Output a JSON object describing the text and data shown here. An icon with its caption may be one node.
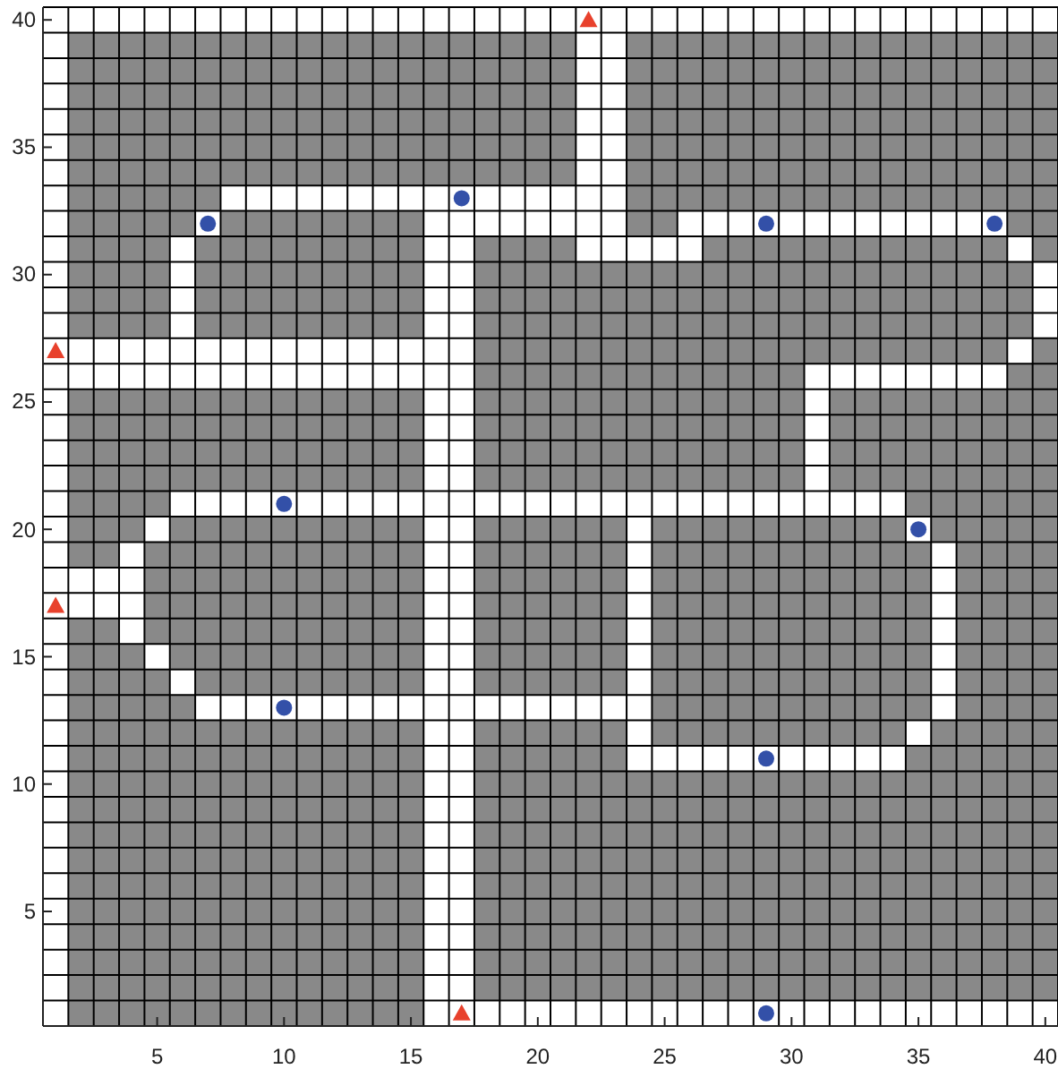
{
  "diagram": {
    "chart_data": {
      "type": "scatter",
      "series": [
        {
          "color": "#e8412c",
          "x": [
            22,
            1,
            1,
            17
          ],
          "values": [
            40,
            27,
            17,
            1
          ]
        },
        {
          "color": "#3350a8",
          "x": [
            7,
            17,
            29,
            38,
            10,
            35,
            10,
            29,
            29
          ],
          "values": [
            32,
            33,
            32,
            32,
            21,
            20,
            13,
            11,
            1
          ]
        }
      ],
      "xlim": [
        0.5,
        40.5
      ],
      "ylim": [
        0.5,
        40.5
      ],
      "xticks": [
        5,
        10,
        15,
        20,
        25,
        30,
        35,
        40
      ],
      "yticks": [
        5,
        10,
        15,
        20,
        25,
        30,
        35,
        40
      ]
    }
  }
}
